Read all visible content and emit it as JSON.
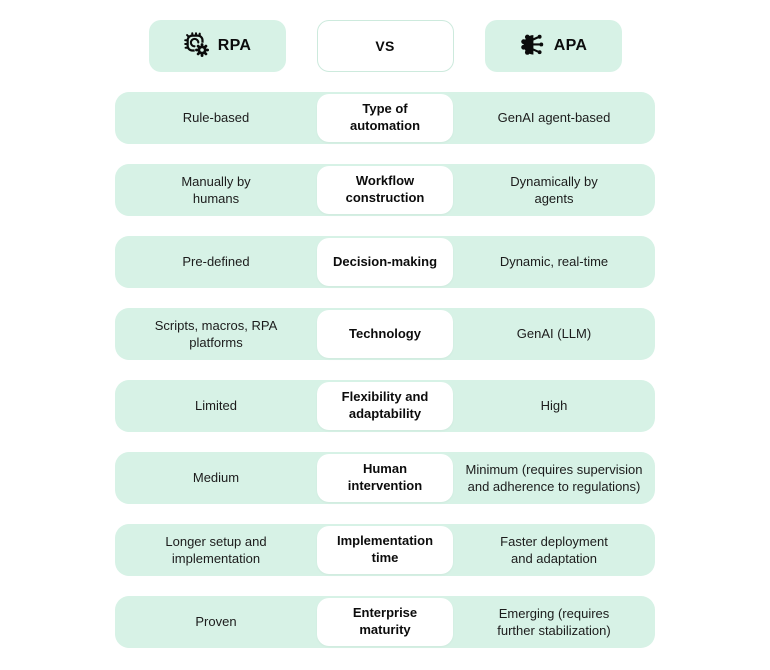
{
  "colors": {
    "mint": "#d7f2e6",
    "vs_border": "#cdeadd",
    "text": "#1c1c1c",
    "label_text": "#0c0c0c",
    "background": "#ffffff"
  },
  "header": {
    "rpa_label": "RPA",
    "rpa_icon": "chip-gear-icon",
    "vs_label": "VS",
    "apa_label": "APA",
    "apa_icon": "ai-brain-circuit-icon"
  },
  "rows": [
    {
      "rpa": "Rule-based",
      "label": "Type of\nautomation",
      "apa": "GenAI agent-based"
    },
    {
      "rpa": "Manually by\nhumans",
      "label": "Workflow\nconstruction",
      "apa": "Dynamically by\nagents"
    },
    {
      "rpa": "Pre-defined",
      "label": "Decision-making",
      "apa": "Dynamic, real-time"
    },
    {
      "rpa": "Scripts, macros, RPA\nplatforms",
      "label": "Technology",
      "apa": "GenAI (LLM)"
    },
    {
      "rpa": "Limited",
      "label": "Flexibility and\nadaptability",
      "apa": "High"
    },
    {
      "rpa": "Medium",
      "label": "Human\nintervention",
      "apa": "Minimum (requires supervision\nand adherence to regulations)"
    },
    {
      "rpa": "Longer setup and\nimplementation",
      "label": "Implementation\ntime",
      "apa": "Faster deployment\nand adaptation"
    },
    {
      "rpa": "Proven",
      "label": "Enterprise\nmaturity",
      "apa": "Emerging (requires\nfurther stabilization)"
    }
  ]
}
